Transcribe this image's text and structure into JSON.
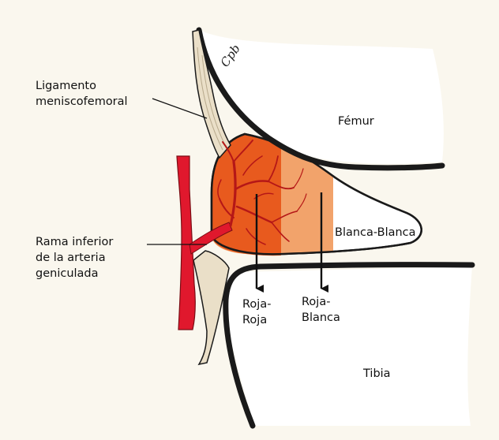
{
  "labels": {
    "ligamento": [
      "Ligamento",
      "meniscofemoral"
    ],
    "femur": "Fémur",
    "blanca_blanca": "Blanca-Blanca",
    "rama": [
      "Rama inferior",
      "de la arteria",
      "geniculada"
    ],
    "roja_roja": [
      "Roja-",
      "Roja"
    ],
    "roja_blanca": [
      "Roja-",
      "Blanca"
    ],
    "tibia": "Tibia"
  },
  "signature": "Cpb",
  "colors": {
    "background": "#faf7ee",
    "outline": "#1a1a1a",
    "red_zone": "#e85a1e",
    "red_white_zone": "#f2a36b",
    "white_zone": "#ffffff",
    "vessels": "#b51717",
    "artery": "#e0182d",
    "ligament": "#eadfc8"
  }
}
